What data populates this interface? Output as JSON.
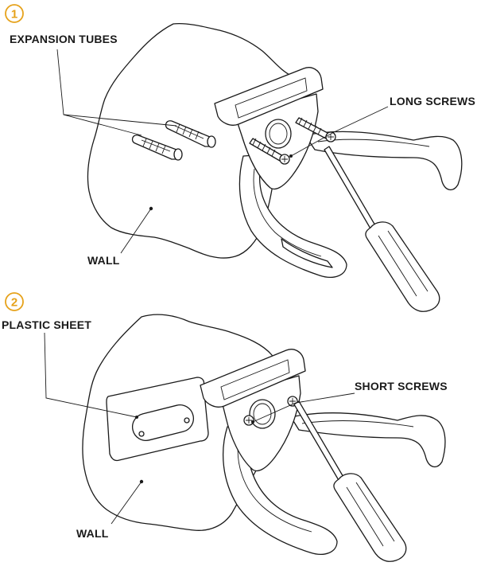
{
  "colors": {
    "step_badge": "#e6a21b",
    "line": "#1a1a1a",
    "background": "#ffffff"
  },
  "step1": {
    "number": "1",
    "expansion_tubes_label": "EXPANSION TUBES",
    "long_screws_label": "LONG SCREWS",
    "wall_label": "WALL"
  },
  "step2": {
    "number": "2",
    "plastic_sheet_label": "PLASTIC SHEET",
    "short_screws_label": "SHORT SCREWS",
    "wall_label": "WALL"
  },
  "icons": [
    "step-badge-icon",
    "screwdriver-icon",
    "screw-icon",
    "expansion-tube-icon",
    "wall-mount-bracket-icon"
  ]
}
